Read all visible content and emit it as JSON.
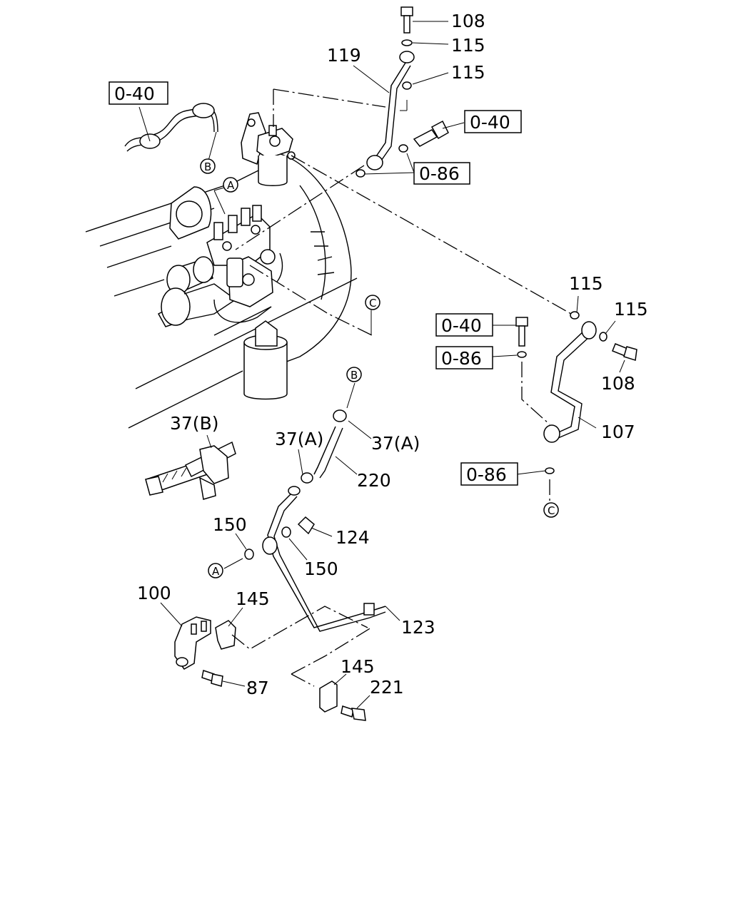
{
  "callouts": [
    {
      "id": "108a",
      "text": "108"
    },
    {
      "id": "115a",
      "text": "115"
    },
    {
      "id": "115b",
      "text": "115"
    },
    {
      "id": "119",
      "text": "119"
    },
    {
      "id": "115c",
      "text": "115"
    },
    {
      "id": "115d",
      "text": "115"
    },
    {
      "id": "108b",
      "text": "108"
    },
    {
      "id": "107",
      "text": "107"
    },
    {
      "id": "37B",
      "text": "37(B)"
    },
    {
      "id": "37Aa",
      "text": "37(A)"
    },
    {
      "id": "37Ab",
      "text": "37(A)"
    },
    {
      "id": "220",
      "text": "220"
    },
    {
      "id": "150a",
      "text": "150"
    },
    {
      "id": "124",
      "text": "124"
    },
    {
      "id": "150b",
      "text": "150"
    },
    {
      "id": "100",
      "text": "100"
    },
    {
      "id": "145a",
      "text": "145"
    },
    {
      "id": "123",
      "text": "123"
    },
    {
      "id": "87",
      "text": "87"
    },
    {
      "id": "145b",
      "text": "145"
    },
    {
      "id": "221",
      "text": "221"
    }
  ],
  "reference_boxes": [
    {
      "id": "r1",
      "text": "0-40"
    },
    {
      "id": "r2",
      "text": "0-40"
    },
    {
      "id": "r3",
      "text": "0-86"
    },
    {
      "id": "r4",
      "text": "0-40"
    },
    {
      "id": "r5",
      "text": "0-86"
    },
    {
      "id": "r6",
      "text": "0-86"
    }
  ],
  "connectors": [
    {
      "id": "cB1",
      "text": "B"
    },
    {
      "id": "cA1",
      "text": "A"
    },
    {
      "id": "cC1",
      "text": "C"
    },
    {
      "id": "cB2",
      "text": "B"
    },
    {
      "id": "cA2",
      "text": "A"
    },
    {
      "id": "cC2",
      "text": "C"
    }
  ]
}
